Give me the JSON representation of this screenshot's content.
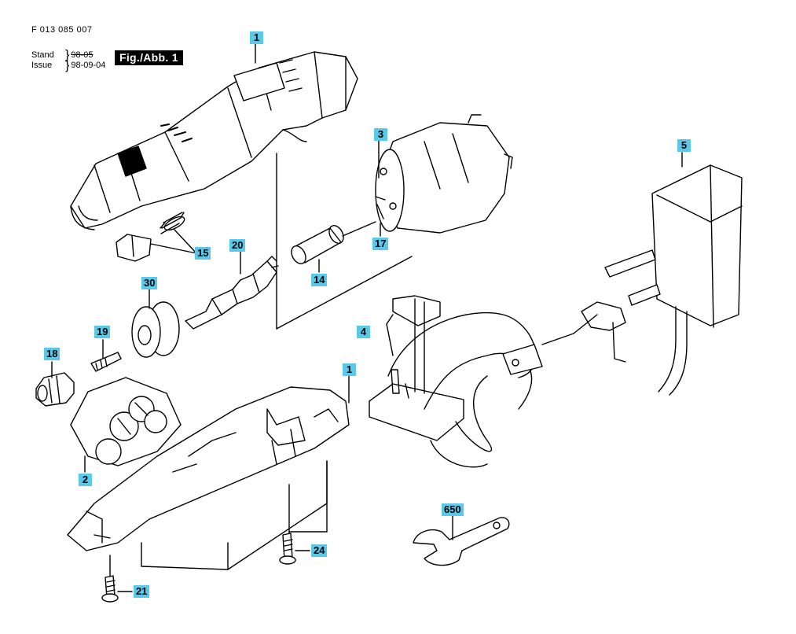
{
  "header": {
    "doc_code": "F 013 085 007",
    "stand_label": "Stand",
    "issue_label": "Issue",
    "stand_value": "98-05",
    "issue_value": "98-09-04",
    "figure_label": "Fig./Abb. 1"
  },
  "callouts": {
    "c1_top": "1",
    "c1_bottom": "1",
    "c2": "2",
    "c3": "3",
    "c4": "4",
    "c5": "5",
    "c14": "14",
    "c15": "15",
    "c17": "17",
    "c18": "18",
    "c19": "19",
    "c20": "20",
    "c21": "21",
    "c24": "24",
    "c30": "30",
    "c650": "650"
  },
  "colors": {
    "callout_bg": "#5ac8e8",
    "label_bg": "#000000",
    "line": "#000000"
  }
}
